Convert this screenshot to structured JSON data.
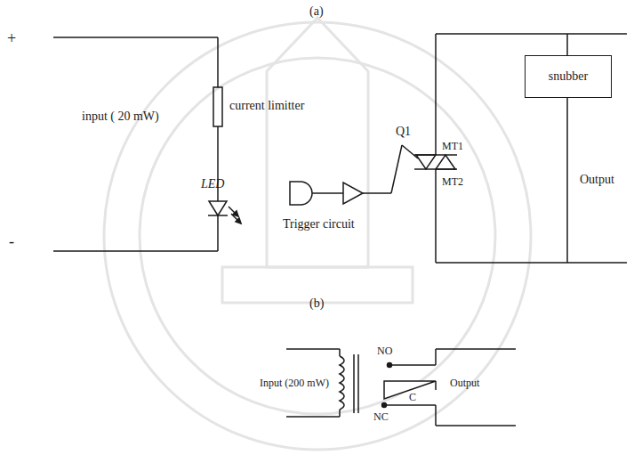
{
  "diagram": {
    "nodes": [
      {
        "text": [
          "snubber"
        ]
      }
    ],
    "edges": [],
    "labels": [
      "(a)",
      "+",
      "input ( 20 mW)",
      "current limitter",
      "LED",
      "-",
      "Q1",
      "MT1",
      "MT2",
      "Output",
      "Trigger circuit",
      "(b)",
      "Input (200 mW)",
      "NO",
      "C",
      "NC",
      "Output"
    ]
  }
}
